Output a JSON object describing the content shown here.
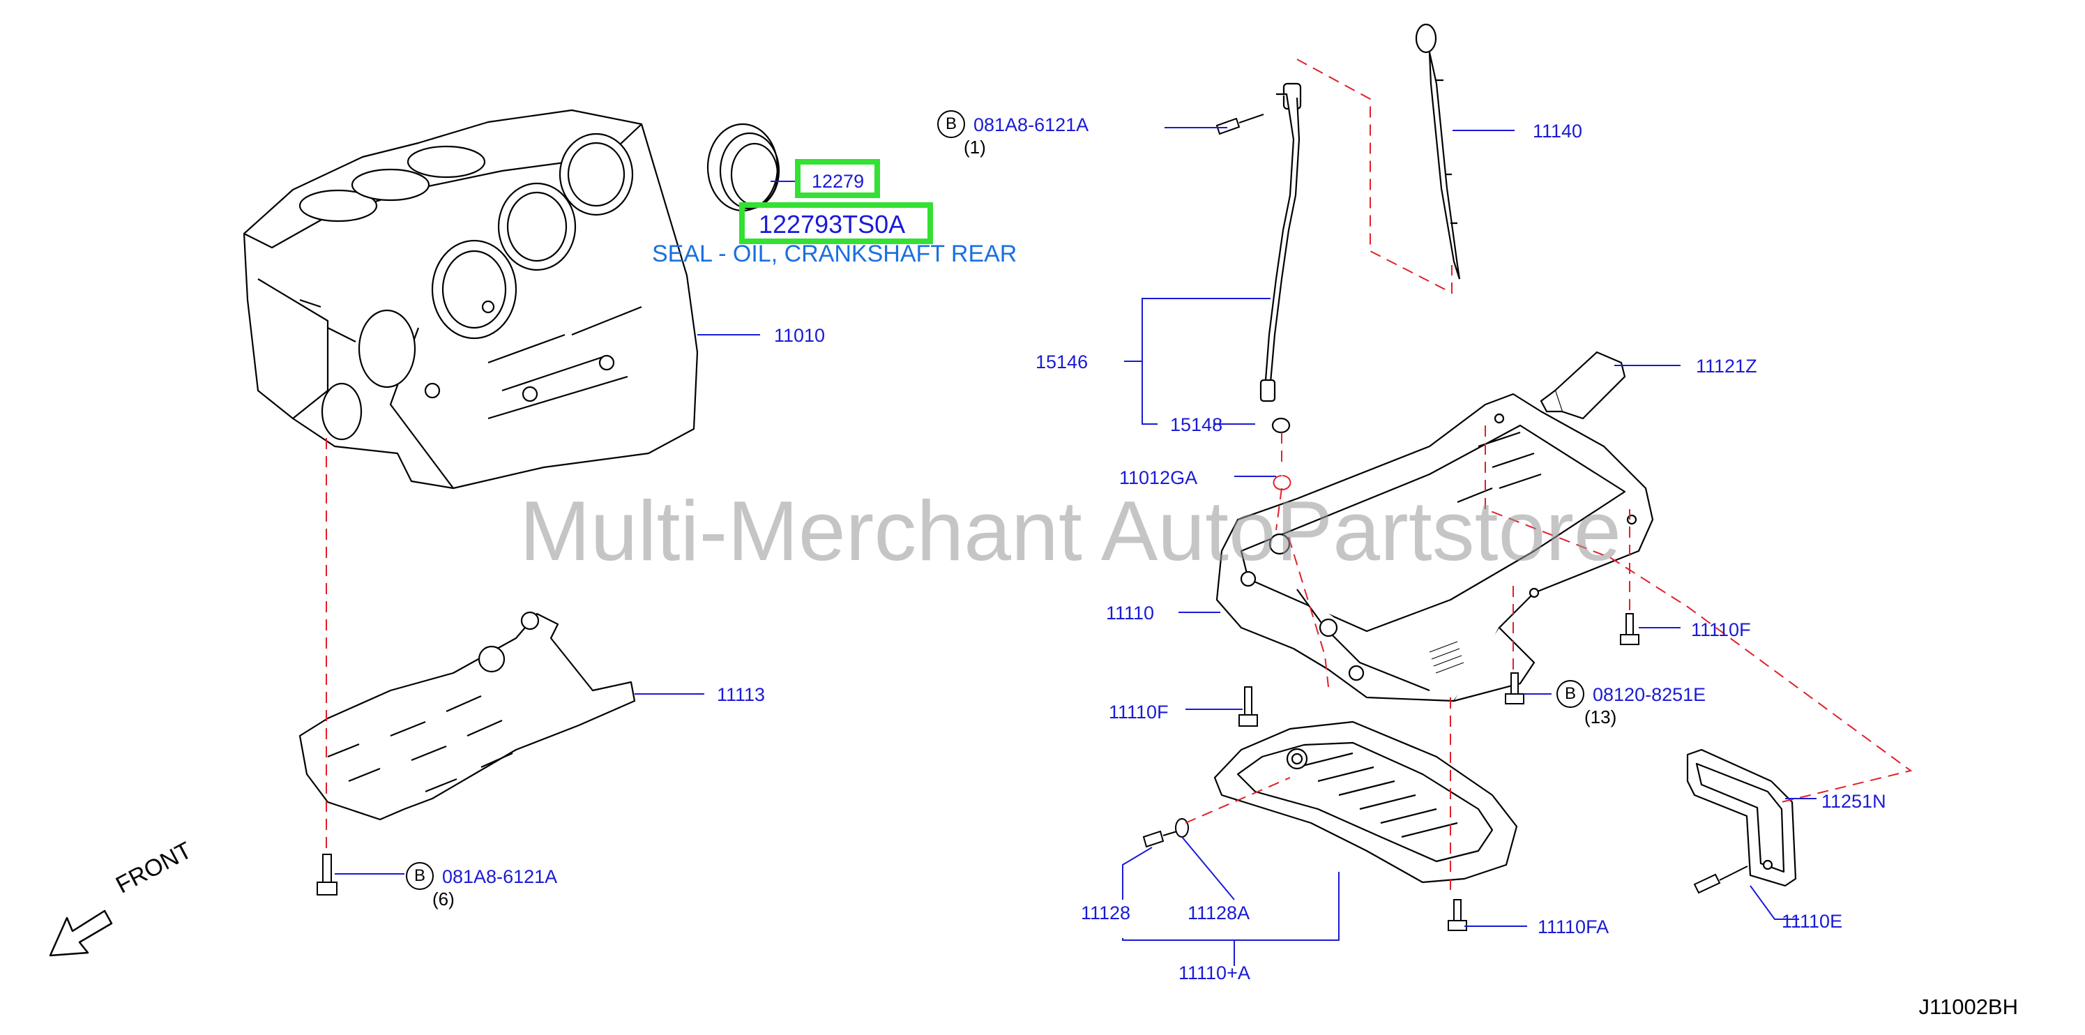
{
  "labels": {
    "p12279": "12279",
    "p122793TS0A": "122793TS0A",
    "p11010": "11010",
    "p11113": "11113",
    "p11140": "11140",
    "p15146": "15146",
    "p15148": "15148",
    "p11012GA": "11012GA",
    "p11121Z": "11121Z",
    "p11110": "11110",
    "p11110F_right": "11110F",
    "p11110F_left": "11110F",
    "p08120": "08120-8251E",
    "p081A8_top": "081A8-6121A",
    "p081A8_bottom": "081A8-6121A",
    "p11251N": "11251N",
    "p11110E": "11110E",
    "p11128": "11128",
    "p11128A": "11128A",
    "p11110A": "11110+A",
    "p11110FA": "11110FA"
  },
  "quantities": {
    "q_top_bolt": "(1)",
    "q_bottom_bolt": "(6)",
    "q_08120": "(13)"
  },
  "bolt_marker": "B",
  "description": "SEAL - OIL, CRANKSHAFT REAR",
  "watermark": "Multi-Merchant AutoPartstore",
  "front_label": "FRONT",
  "diagram_code": "J11002BH",
  "colors": {
    "label": "#1a1ad6",
    "highlight": "#33e033",
    "dash": "#e0202a",
    "description": "#1b6fe0"
  }
}
